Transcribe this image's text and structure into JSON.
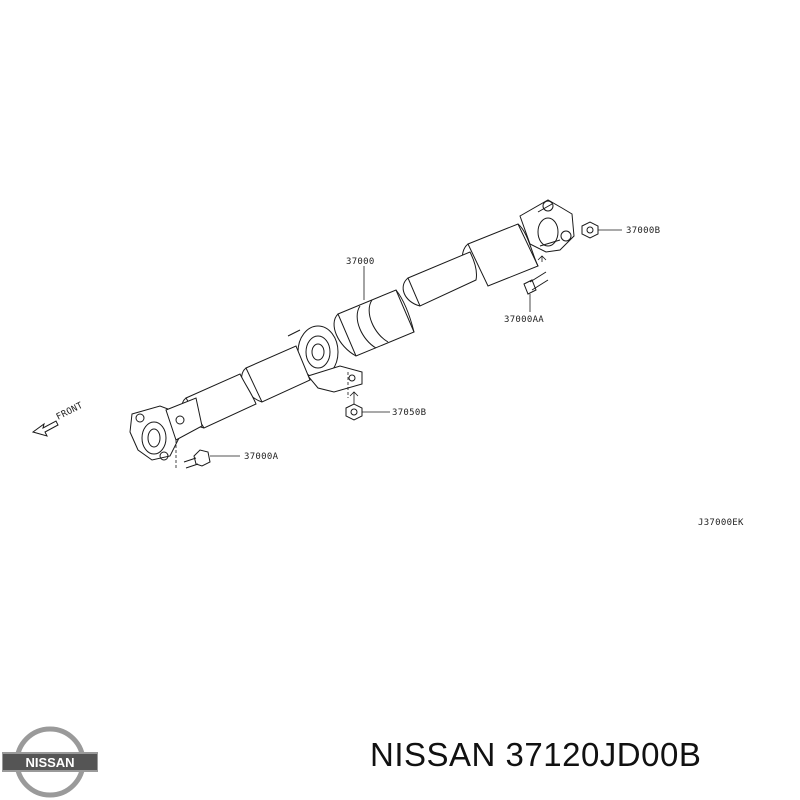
{
  "diagram": {
    "front_label": "FRONT",
    "parts": {
      "p37000": "37000",
      "p37000B": "37000B",
      "p37000AA": "37000AA",
      "p37050B": "37050B",
      "p37000A": "37000A"
    },
    "ref_code": "J37000EK"
  },
  "footer": {
    "brand": "NISSAN",
    "part_number_line": "NISSAN 37120JD00B"
  },
  "colors": {
    "line": "#1a1a1a",
    "logo_silver": "#9a9a9a",
    "logo_bar": "#555555"
  }
}
